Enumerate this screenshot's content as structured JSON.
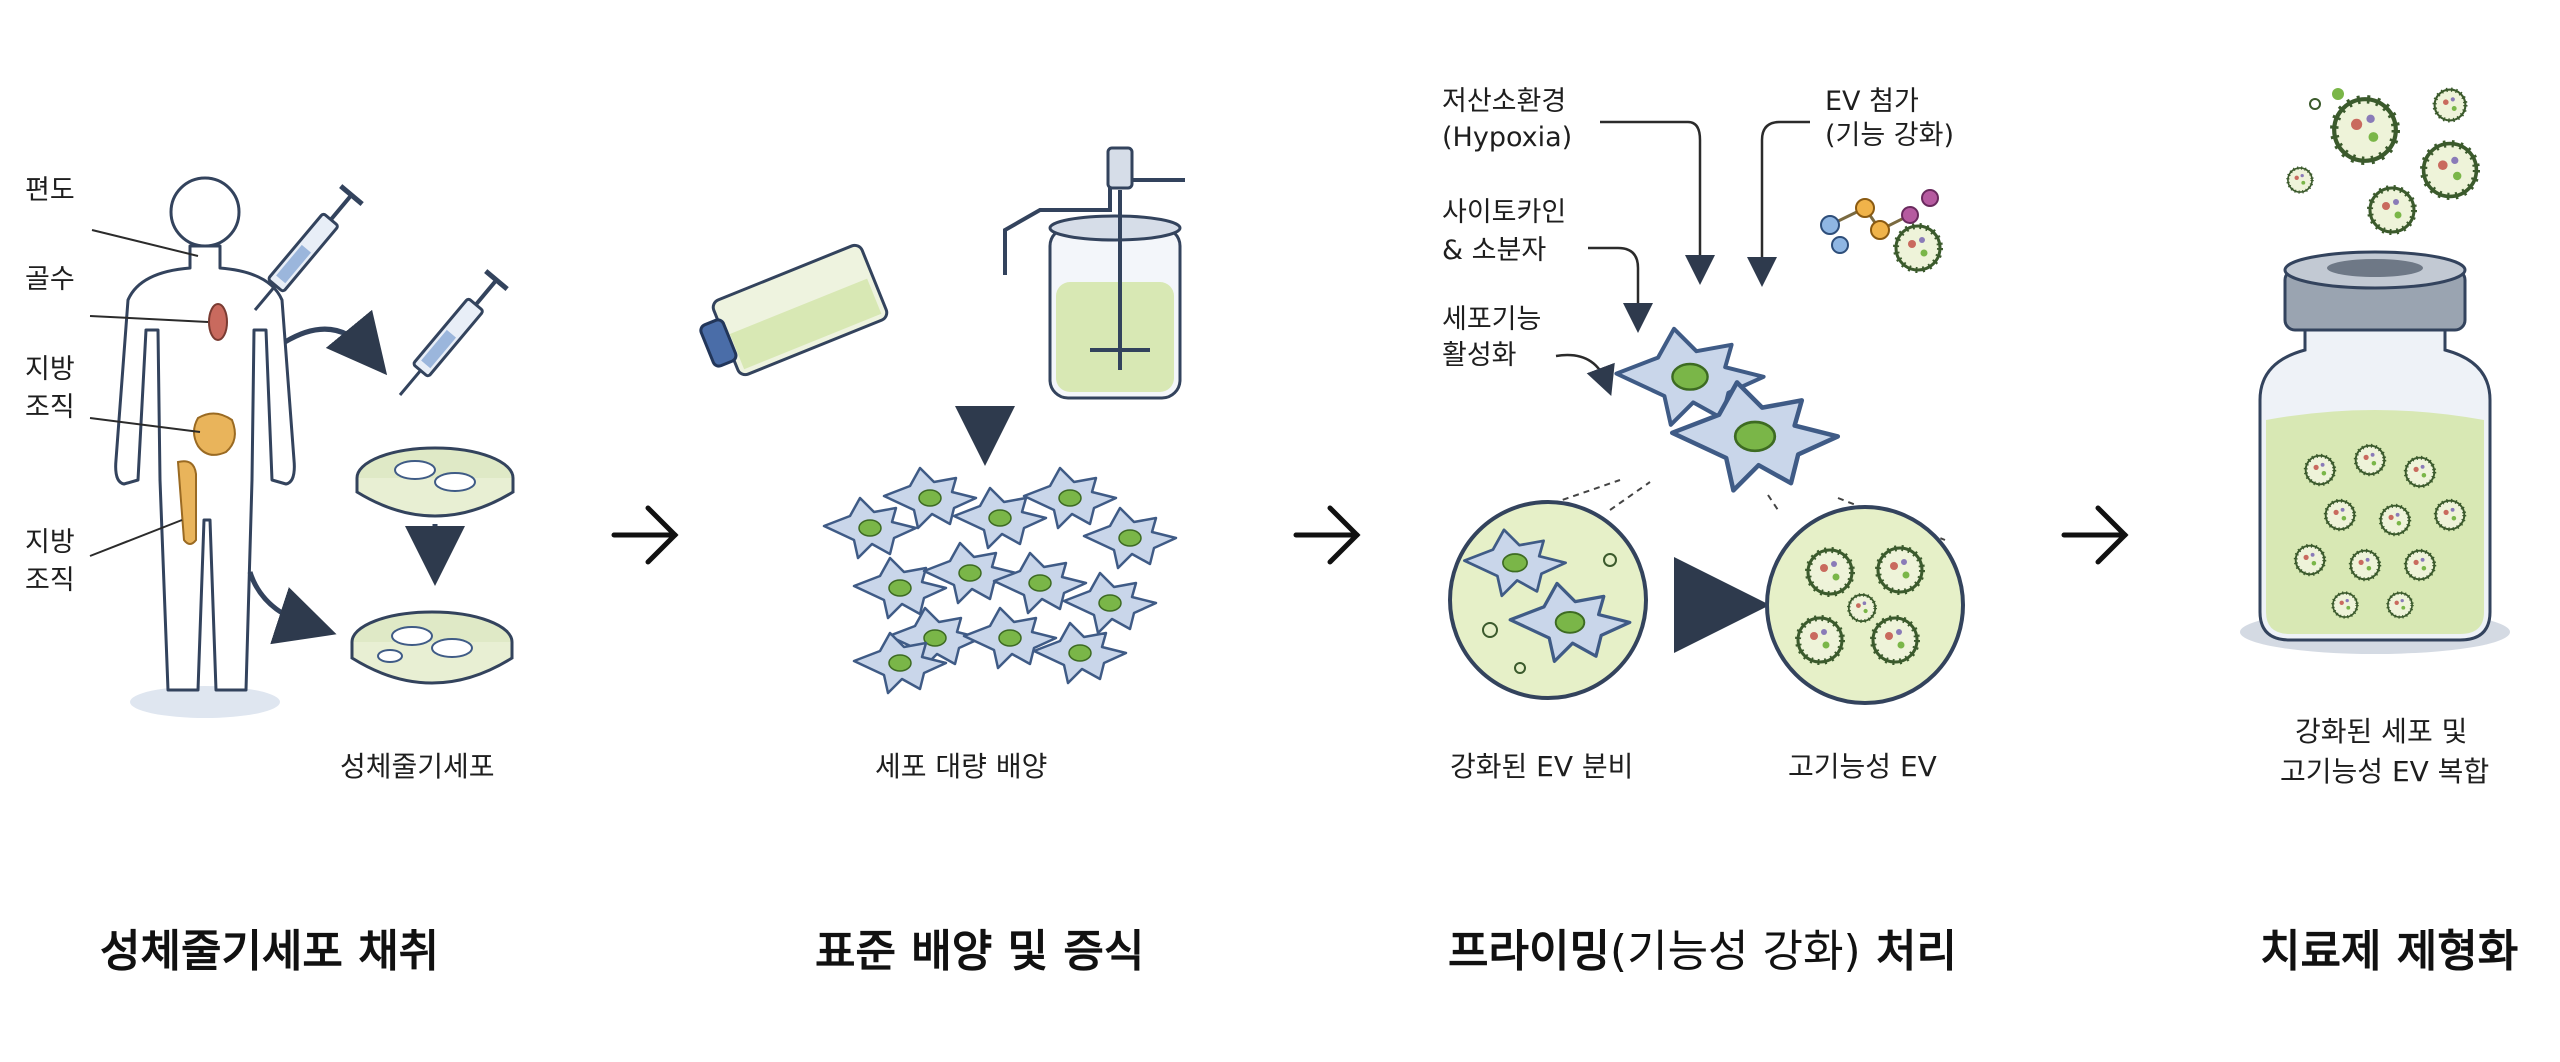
{
  "stages": [
    {
      "title": "성체줄기세포 채취",
      "caption": "성체줄기세포",
      "labels": [
        "편도",
        "골수",
        "지방",
        "조직",
        "지방",
        "조직"
      ]
    },
    {
      "title": "표준 배양 및  증식",
      "caption": "세포 대량 배양"
    },
    {
      "title_bold_a": "프라이밍",
      "title_light": "(기능성 강화)",
      "title_bold_b": " 처리",
      "labels": {
        "hypoxia_1": "저산소환경",
        "hypoxia_2": "(Hypoxia)",
        "ev_add_1": "EV 첨가",
        "ev_add_2": "(기능 강화)",
        "cytokine_1": "사이토카인",
        "cytokine_2": "& 소분자",
        "activation_1": "세포기능",
        "activation_2": "활성화"
      },
      "caption_left": "강화된 EV 분비",
      "caption_right": "고기능성 EV"
    },
    {
      "title": "치료제 제형화",
      "caption_1": "강화된 세포 및",
      "caption_2": "고기능성 EV 복합"
    }
  ],
  "icons": [
    "human-body-icon",
    "syringe-icon",
    "petri-dish-icon",
    "culture-flask-icon",
    "bioreactor-icon",
    "stem-cell-icon",
    "molecule-icon",
    "vesicle-icon",
    "vial-icon",
    "arrow-right-icon"
  ],
  "colors": {
    "cell_fill": "#c9d6ea",
    "cell_stroke": "#3f5b86",
    "nucleus": "#7ab648",
    "medium": "#e2eec0",
    "ev_green": "#8ab85a",
    "organ_red": "#c96a5e",
    "fat_yellow": "#e9b45b",
    "ink": "#2e3a4d"
  }
}
